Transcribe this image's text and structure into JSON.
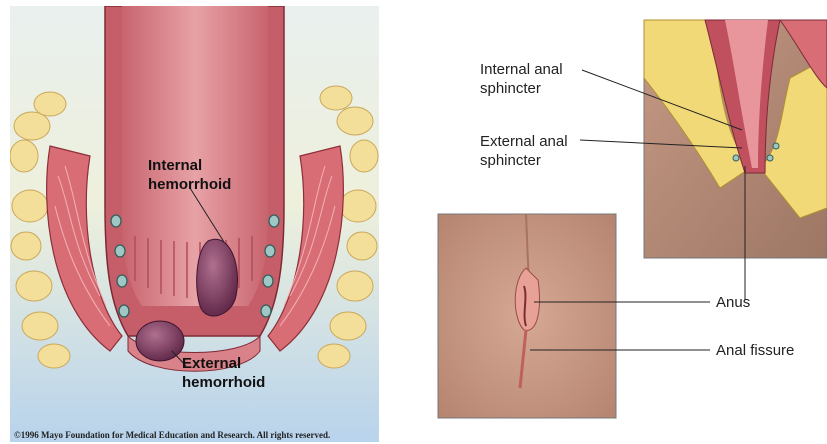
{
  "left_figure": {
    "internal_hemorrhoid_label": [
      "Internal",
      "hemorrhoid"
    ],
    "external_hemorrhoid_label": [
      "External",
      "hemorrhoid"
    ],
    "copyright": "©1996 Mayo Foundation for Medical Education and Research. All rights reserved."
  },
  "right_figure": {
    "internal_anal_sphincter_label": [
      "Internal anal",
      "sphincter"
    ],
    "external_anal_sphincter_label": [
      "External anal",
      "sphincter"
    ],
    "anus_label": "Anus",
    "anal_fissure_label": "Anal fissure"
  },
  "colors": {
    "sky_blue": "#c7dcef",
    "muscle_pink": "#d9737a",
    "mucosa_pink": "#e9a0a4",
    "fat_yellow": "#f2dc8a",
    "hemorrhoid_purple": "#7a3558",
    "skin_tan": "#c79a84"
  }
}
